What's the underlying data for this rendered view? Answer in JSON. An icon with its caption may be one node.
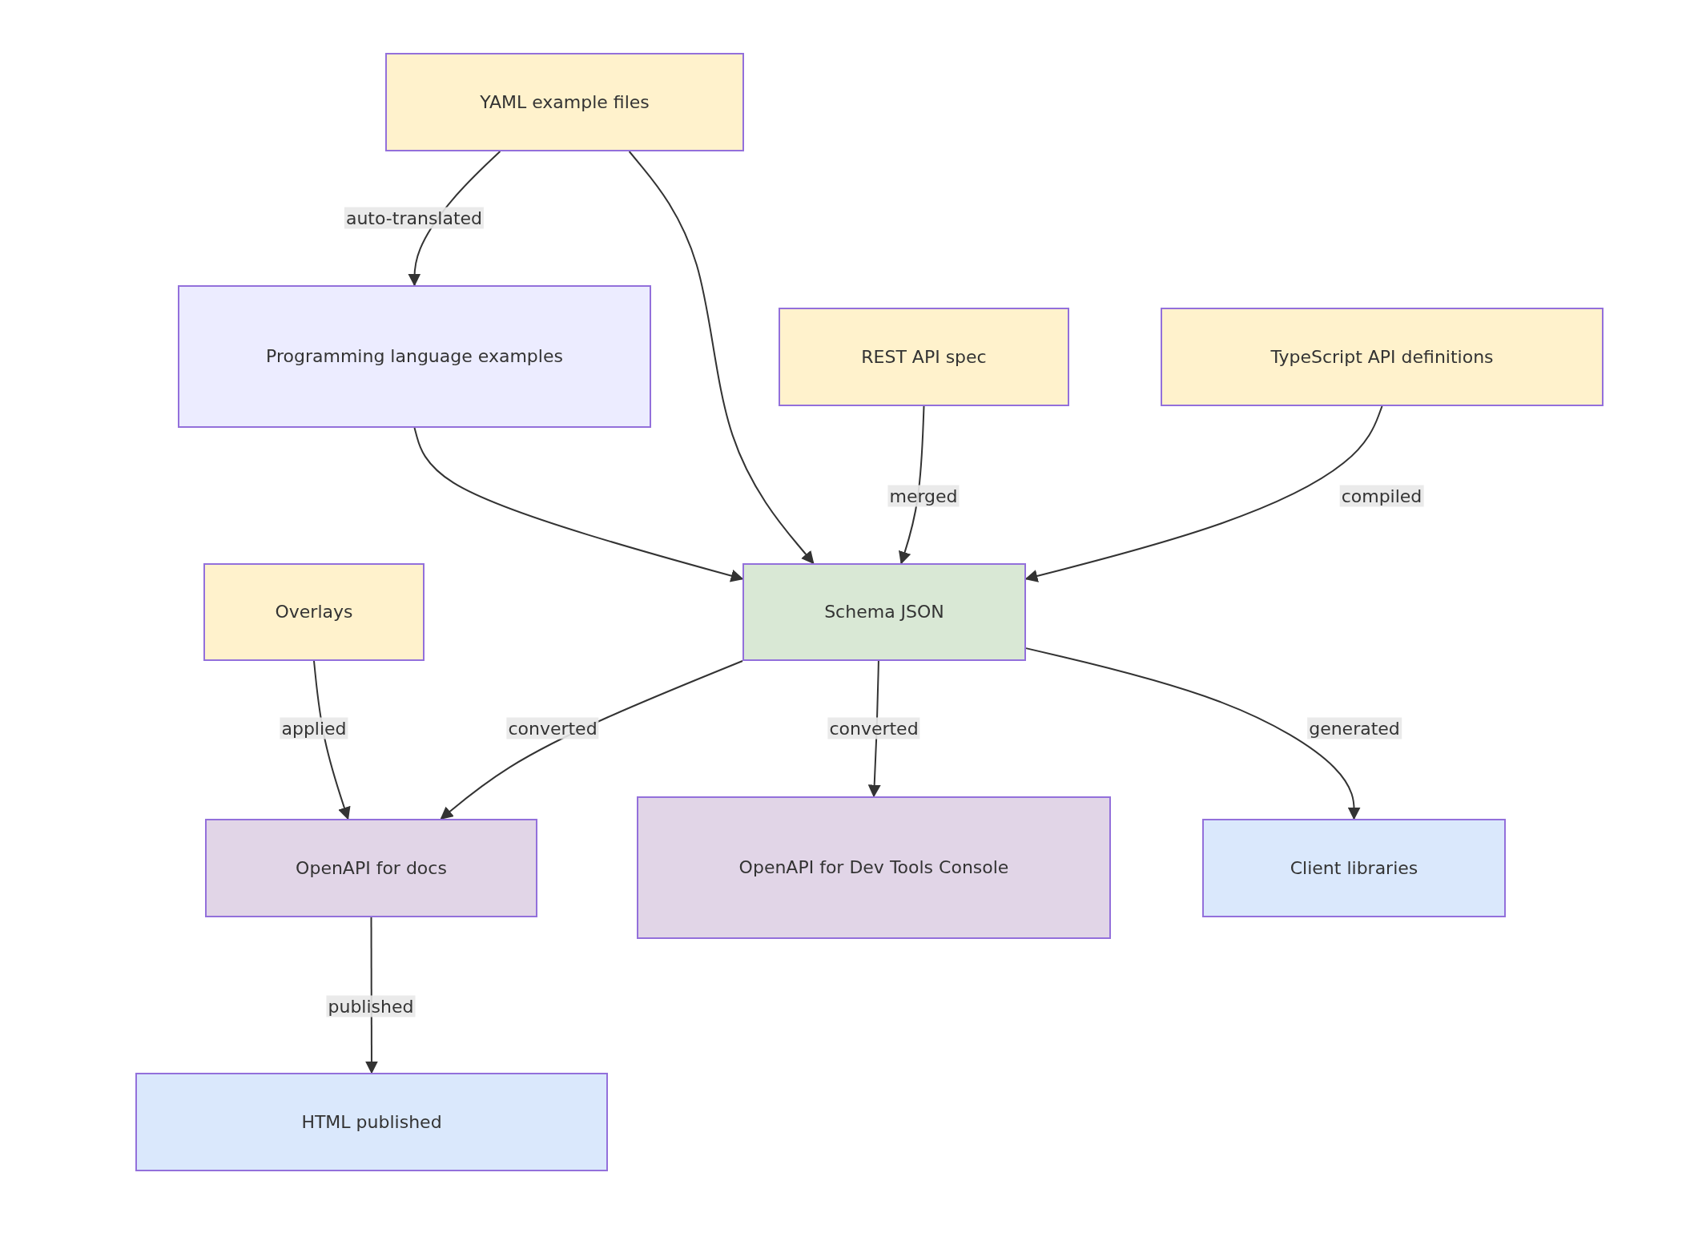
{
  "diagram": {
    "nodes": [
      {
        "text": [
          "YAML example files"
        ]
      },
      {
        "text": [
          "Programming language examples"
        ]
      },
      {
        "text": [
          "REST API spec"
        ]
      },
      {
        "text": [
          "TypeScript API definitions"
        ]
      },
      {
        "text": [
          "Overlays"
        ]
      },
      {
        "text": [
          "Schema JSON"
        ]
      },
      {
        "text": [
          "OpenAPI for docs"
        ]
      },
      {
        "text": [
          "OpenAPI for Dev Tools Console"
        ]
      },
      {
        "text": [
          "Client libraries"
        ]
      },
      {
        "text": [
          "HTML published"
        ]
      }
    ],
    "edges": [
      {
        "from": 0,
        "to": 1,
        "arrow": "to",
        "label": "auto-translated"
      },
      {
        "from": 0,
        "to": 5,
        "arrow": "to"
      },
      {
        "from": 1,
        "to": 5,
        "arrow": "to"
      },
      {
        "from": 2,
        "to": 5,
        "arrow": "to",
        "label": "merged"
      },
      {
        "from": 3,
        "to": 5,
        "arrow": "to",
        "label": "compiled"
      },
      {
        "from": 4,
        "to": 6,
        "arrow": "to",
        "label": "applied"
      },
      {
        "from": 5,
        "to": 6,
        "arrow": "to",
        "label": "converted"
      },
      {
        "from": 5,
        "to": 7,
        "arrow": "to",
        "label": "converted"
      },
      {
        "from": 5,
        "to": 8,
        "arrow": "to",
        "label": "generated"
      },
      {
        "from": 6,
        "to": 9,
        "arrow": "to",
        "label": "published"
      }
    ]
  }
}
